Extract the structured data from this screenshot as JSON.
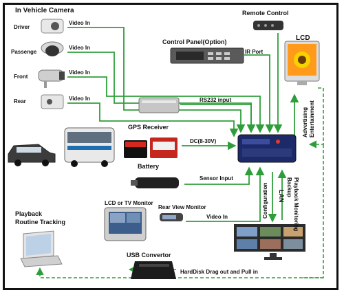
{
  "title_camera": "In Vehicle Camera",
  "cameras": [
    "Driver",
    "Passenge",
    "Front",
    "Rear"
  ],
  "video_in": "Video In",
  "remote_control": "Remote Control",
  "lcd": "LCD",
  "control_panel": "Control Panel(Option)",
  "ir_port": "IR Port",
  "rs232": "RS232 input",
  "gps_receiver": "GPS Receiver",
  "dc": "DC(8-30V)",
  "battery": "Battery",
  "sensor_input": "Sensor Input",
  "lcd_tv": "LCD or TV Monitor",
  "rear_view": "Rear View Monitor",
  "video_in2": "Video In",
  "advertising_1": "Advertising",
  "advertising_2": "Entertainment",
  "playback_backup_1": "Playback Monitoring",
  "playback_backup_2": "Backup",
  "lan": "LAN",
  "configuration": "Configuration",
  "playback_title_1": "Playback",
  "playback_title_2": "Routine Tracking",
  "usb_convertor": "USB Convertor",
  "harddisk": "HardDisk Drag out and Pull in",
  "colors": {
    "arrow": "#2e9e3a",
    "border": "#111111"
  }
}
